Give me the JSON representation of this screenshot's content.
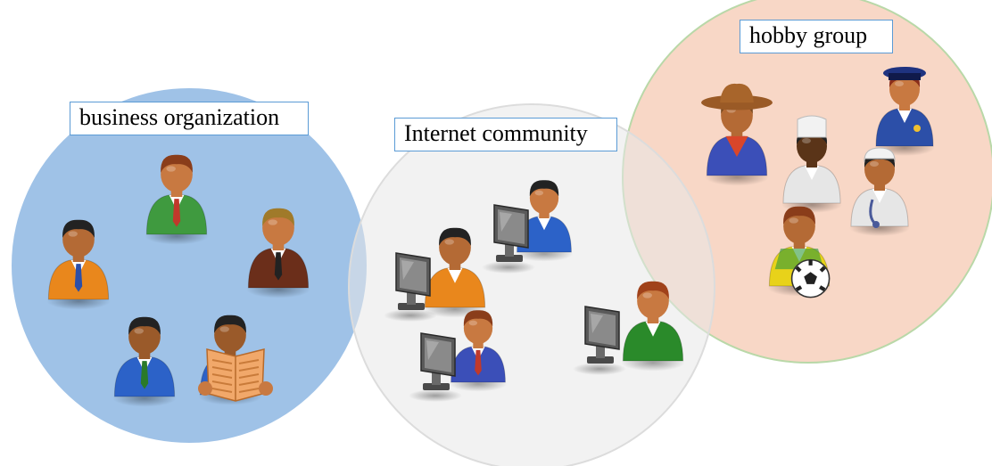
{
  "groups": [
    {
      "id": "business",
      "label": "business organization",
      "fill": "#9fc2e7",
      "stroke": "#ffffff"
    },
    {
      "id": "internet",
      "label": "Internet community",
      "fill": "#e8e8e8",
      "stroke": "#dcdcdc"
    },
    {
      "id": "hobby",
      "label": "hobby group",
      "fill": "#f8d7c6",
      "stroke": "#b9d8a8"
    }
  ],
  "people": {
    "business": [
      {
        "role": "businessman",
        "shirt": "#3f9a3f",
        "tie": "#c0392b",
        "skin": "#c87941",
        "hair": "#8a3d1a"
      },
      {
        "role": "businessman",
        "shirt": "#e9871c",
        "tie": "#2c4fa8",
        "skin": "#b46a35",
        "hair": "#222222"
      },
      {
        "role": "businessman",
        "shirt": "#6b2e1a",
        "tie": "#222222",
        "skin": "#c87941",
        "hair": "#a07a2a"
      },
      {
        "role": "businessman",
        "shirt": "#2c62c8",
        "tie": "#2a7a2a",
        "skin": "#9a5a2a",
        "hair": "#222222"
      },
      {
        "role": "newspaper-reader",
        "shirt": "#2c62c8",
        "tie": "#2a7a2a",
        "skin": "#9a5a2a",
        "hair": "#222222"
      }
    ],
    "internet": [
      {
        "role": "computer-user",
        "shirt": "#2c62c8",
        "skin": "#c87941",
        "hair": "#222222"
      },
      {
        "role": "computer-user",
        "shirt": "#e9871c",
        "skin": "#b46a35",
        "hair": "#222222"
      },
      {
        "role": "computer-user",
        "shirt": "#3b4fb8",
        "tie": "#c0392b",
        "skin": "#c87941",
        "hair": "#8a3d1a"
      },
      {
        "role": "computer-user",
        "shirt": "#2a8a2a",
        "skin": "#c87941",
        "hair": "#a0421a"
      }
    ],
    "hobby": [
      {
        "role": "cowboy",
        "shirt": "#3b4fb8",
        "skin": "#b46a35",
        "hair": "#7a4a20"
      },
      {
        "role": "police-officer",
        "shirt": "#2c4fa8",
        "skin": "#c87941",
        "hair": "#8a2e1a"
      },
      {
        "role": "chef",
        "shirt": "#e6e6e6",
        "skin": "#5a3418",
        "hair": "#222222"
      },
      {
        "role": "nurse",
        "shirt": "#e6e6e6",
        "skin": "#b46a35",
        "hair": "#222222"
      },
      {
        "role": "soccer-player",
        "shirt": "#e8d21a",
        "skin": "#b46a35",
        "hair": "#8a3d1a"
      }
    ]
  }
}
